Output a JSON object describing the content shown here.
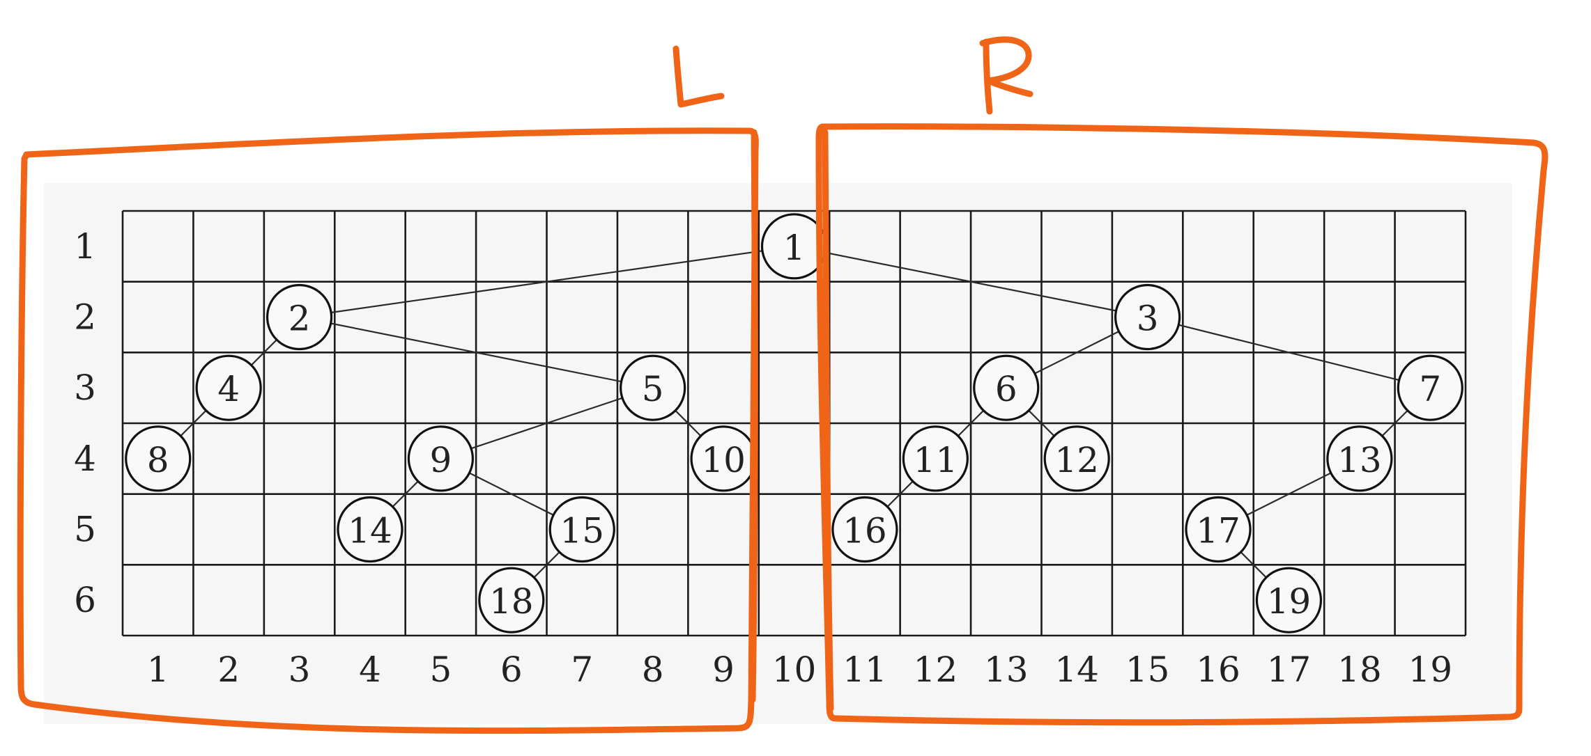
{
  "grid": {
    "rows": 6,
    "cols": 19,
    "row_labels": [
      "1",
      "2",
      "3",
      "4",
      "5",
      "6"
    ],
    "col_labels": [
      "1",
      "2",
      "3",
      "4",
      "5",
      "6",
      "7",
      "8",
      "9",
      "10",
      "11",
      "12",
      "13",
      "14",
      "15",
      "16",
      "17",
      "18",
      "19"
    ]
  },
  "nodes": [
    {
      "id": "1",
      "row": 1,
      "col": 10
    },
    {
      "id": "2",
      "row": 2,
      "col": 3
    },
    {
      "id": "3",
      "row": 2,
      "col": 15
    },
    {
      "id": "4",
      "row": 3,
      "col": 2
    },
    {
      "id": "5",
      "row": 3,
      "col": 8
    },
    {
      "id": "6",
      "row": 3,
      "col": 13
    },
    {
      "id": "7",
      "row": 3,
      "col": 19
    },
    {
      "id": "8",
      "row": 4,
      "col": 1
    },
    {
      "id": "9",
      "row": 4,
      "col": 5
    },
    {
      "id": "10",
      "row": 4,
      "col": 9
    },
    {
      "id": "11",
      "row": 4,
      "col": 12
    },
    {
      "id": "12",
      "row": 4,
      "col": 14
    },
    {
      "id": "13",
      "row": 4,
      "col": 18
    },
    {
      "id": "14",
      "row": 5,
      "col": 4
    },
    {
      "id": "15",
      "row": 5,
      "col": 7
    },
    {
      "id": "16",
      "row": 5,
      "col": 11
    },
    {
      "id": "17",
      "row": 5,
      "col": 16
    },
    {
      "id": "18",
      "row": 6,
      "col": 6
    },
    {
      "id": "19",
      "row": 6,
      "col": 17
    }
  ],
  "edges": [
    [
      "1",
      "2"
    ],
    [
      "1",
      "3"
    ],
    [
      "2",
      "4"
    ],
    [
      "2",
      "5"
    ],
    [
      "3",
      "6"
    ],
    [
      "3",
      "7"
    ],
    [
      "4",
      "8"
    ],
    [
      "5",
      "9"
    ],
    [
      "5",
      "10"
    ],
    [
      "6",
      "11"
    ],
    [
      "6",
      "12"
    ],
    [
      "7",
      "13"
    ],
    [
      "9",
      "14"
    ],
    [
      "9",
      "15"
    ],
    [
      "11",
      "16"
    ],
    [
      "13",
      "17"
    ],
    [
      "15",
      "18"
    ],
    [
      "17",
      "19"
    ]
  ],
  "annotations": {
    "left_label": "L",
    "right_label": "R",
    "marker_color": "#f06418"
  }
}
